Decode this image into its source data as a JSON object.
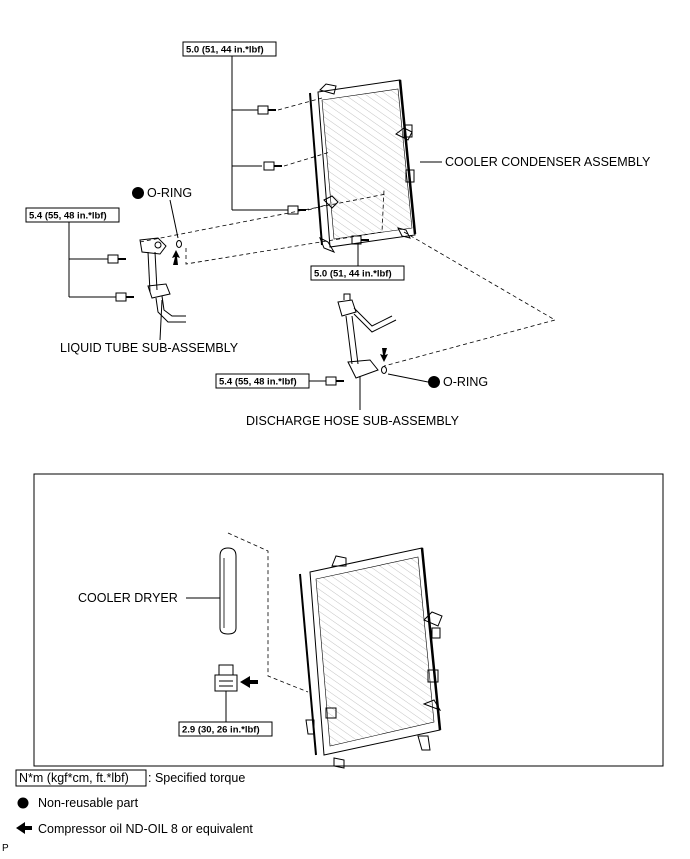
{
  "labels": {
    "condenser": "COOLER CONDENSER ASSEMBLY",
    "liquid_tube": "LIQUID TUBE SUB-ASSEMBLY",
    "discharge_hose": "DISCHARGE HOSE SUB-ASSEMBLY",
    "oring_1": "O-RING",
    "oring_2": "O-RING",
    "cooler_dryer": "COOLER DRYER"
  },
  "torques": {
    "condenser_bolts": "5.0 (51, 44 in.*lbf)",
    "liquid_tube_bolts": "5.4 (55, 48 in.*lbf)",
    "condenser_lower_bolt": "5.0 (51, 44 in.*lbf)",
    "discharge_hose_bolt": "5.4 (55, 48 in.*lbf)",
    "dryer_plug": "2.9 (30, 26 in.*lbf)"
  },
  "legend": {
    "torque_unit": "N*m (kgf*cm, ft.*lbf)",
    "torque_desc": ": Specified torque",
    "non_reusable": "Non-reusable part",
    "compressor_oil": "Compressor oil ND-OIL 8 or equivalent"
  },
  "corner_mark": "P"
}
